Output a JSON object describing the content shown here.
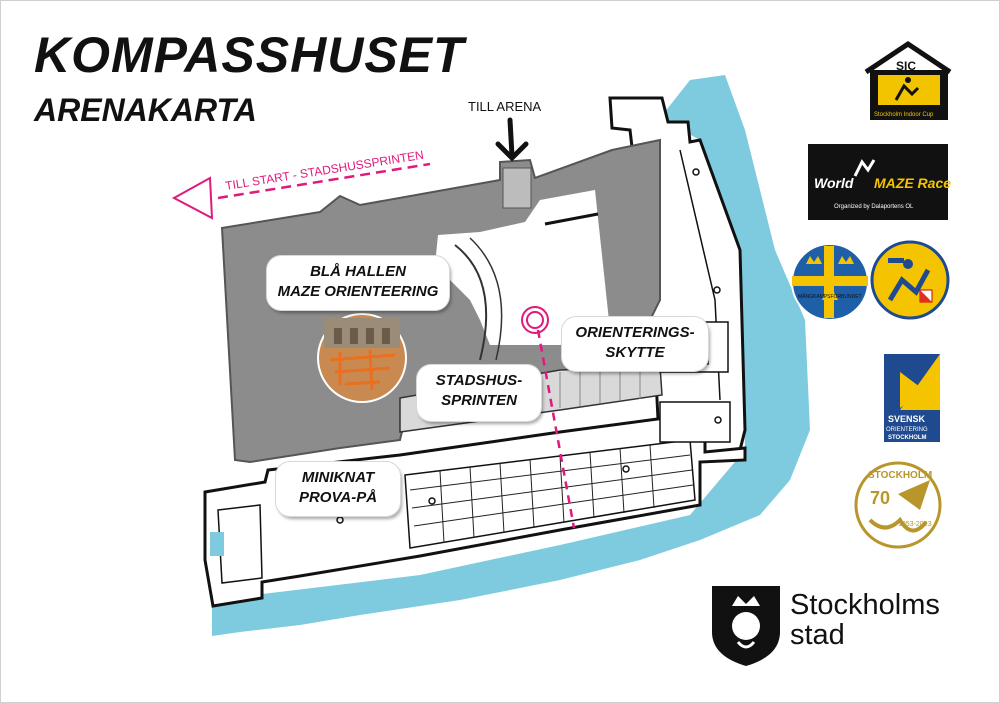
{
  "title": "KOMPASSHUSET",
  "subtitle": "ARENAKARTA",
  "directions": {
    "arena": "TILL ARENA",
    "start": "TILL START - STADSHUSSPRINTEN"
  },
  "areas": {
    "bla_hallen": [
      "BLÅ HALLEN",
      "MAZE ORIENTEERING"
    ],
    "orienteringsskytte": [
      "ORIENTERINGS-",
      "SKYTTE"
    ],
    "stadshussprinten": [
      "STADSHUS-",
      "SPRINTEN"
    ],
    "miniknat": [
      "MINIKNAT",
      "PROVA-PÅ"
    ]
  },
  "logos": {
    "sic": {
      "abbr": "SIC",
      "name": "Stockholm Indoor Cup"
    },
    "wmr": {
      "word1": "World",
      "word2": "MAZE Race",
      "sub": "Organized by Dalaportens OL"
    },
    "mangkamp": {
      "text": "MÅNGKAMPSFÖRBUNDET"
    },
    "svensk_orientering": {
      "line1": "SVENSK",
      "line2": "ORIENTERING",
      "line3": "STOCKHOLM"
    },
    "anniversary": {
      "top": "STOCKHOLM",
      "number": "70",
      "years": "1953-2023"
    },
    "stockholms_stad": {
      "line1": "Stockholms",
      "line2": "stad"
    }
  },
  "colors": {
    "water": "#7ecbdf",
    "building": "#8c8c8c",
    "courtyard": "#ffffff",
    "route": "#e0197d",
    "label_bg": "#ffffff",
    "wmr_bg": "#111111",
    "wmr_accent": "#f2c400",
    "so_blue": "#1f4a8f",
    "so_yellow": "#f5c400",
    "anniversary_gold": "#b8962c"
  }
}
